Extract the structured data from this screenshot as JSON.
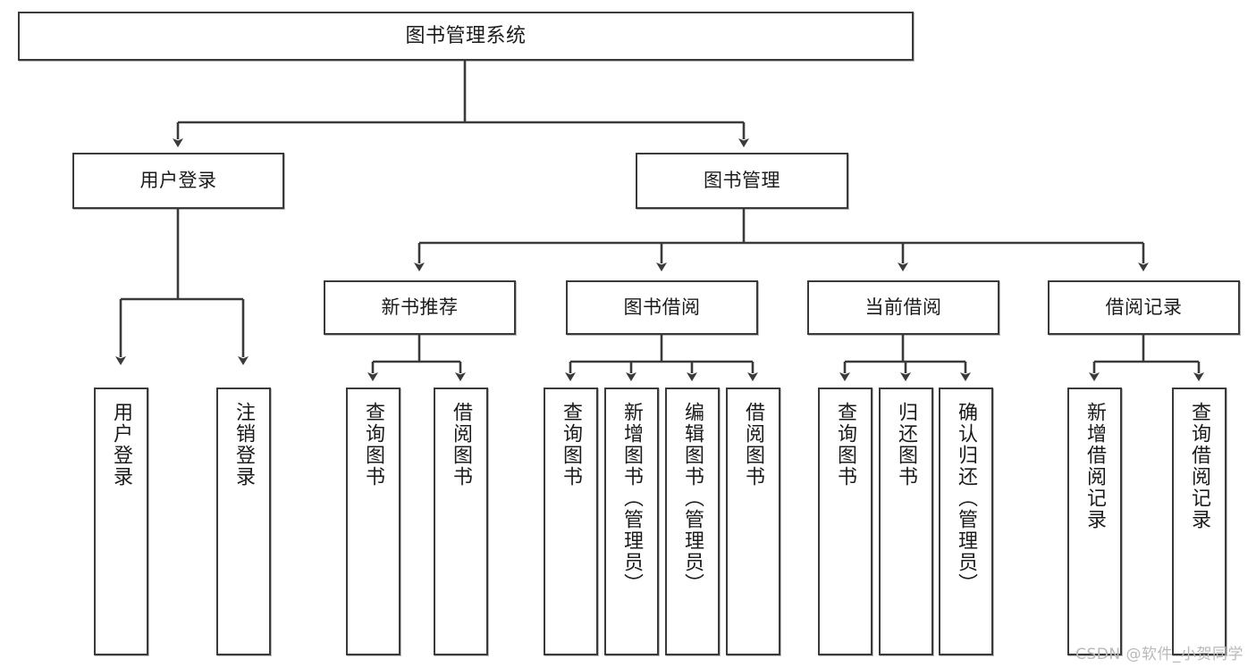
{
  "diagram": {
    "title": "图书管理系统",
    "watermark": "CSDN @软件_小贺同学",
    "root": {
      "label": "图书管理系统"
    },
    "level2": [
      {
        "label": "用户登录"
      },
      {
        "label": "图书管理"
      }
    ],
    "level3": [
      {
        "label": "新书推荐"
      },
      {
        "label": "图书借阅"
      },
      {
        "label": "当前借阅"
      },
      {
        "label": "借阅记录"
      }
    ],
    "leaves": {
      "user_login": [
        {
          "label": "用户登录"
        },
        {
          "label": "注销登录"
        }
      ],
      "new_book_rec": [
        {
          "label": "查询图书"
        },
        {
          "label": "借阅图书"
        }
      ],
      "book_borrow": [
        {
          "label": "查询图书"
        },
        {
          "label": "新增图书（管理员）"
        },
        {
          "label": "编辑图书（管理员）"
        },
        {
          "label": "借阅图书"
        }
      ],
      "current_borrow": [
        {
          "label": "查询图书"
        },
        {
          "label": "归还图书"
        },
        {
          "label": "确认归还（管理员）"
        }
      ],
      "borrow_record": [
        {
          "label": "新增借阅记录"
        },
        {
          "label": "查询借阅记录"
        }
      ]
    },
    "colors": {
      "stroke": "#3a3a3a",
      "fill": "#ffffff",
      "text": "#1b1b1b",
      "watermark": "#b9b9b9"
    }
  }
}
